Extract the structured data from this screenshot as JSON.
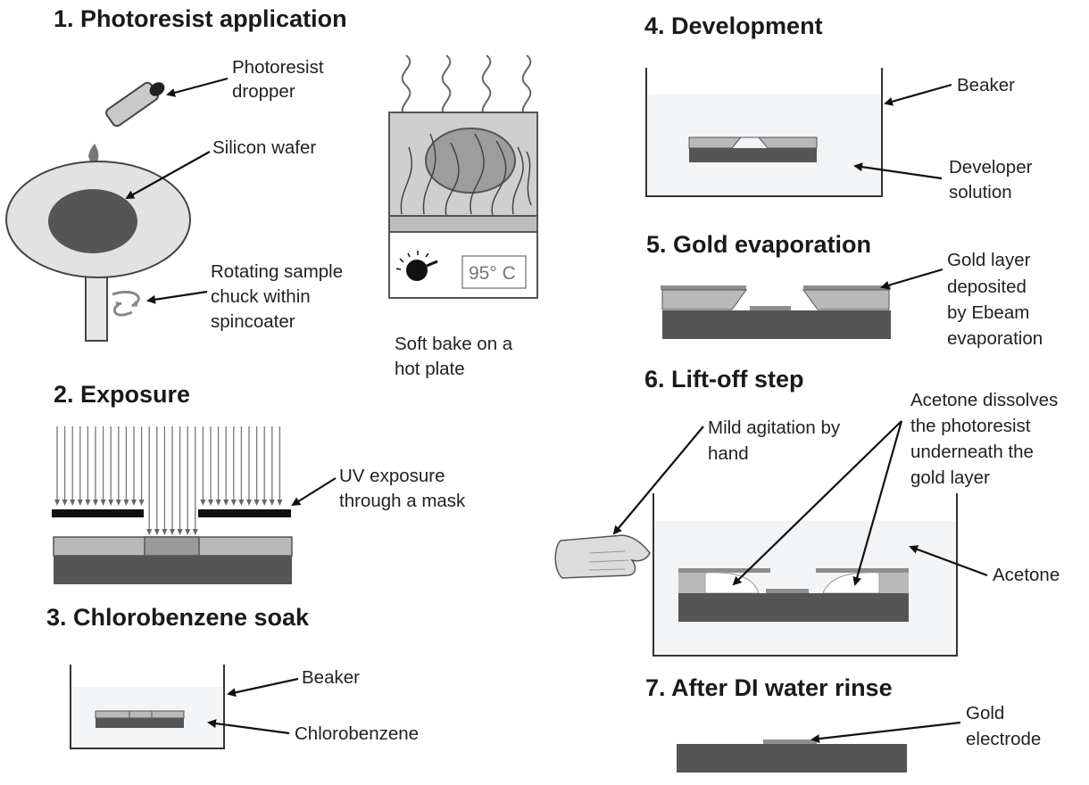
{
  "steps": {
    "s1": {
      "title": "1. Photoresist application",
      "dropper": [
        "Photoresist",
        "dropper"
      ],
      "wafer": "Silicon wafer",
      "chuck": [
        "Rotating sample",
        "chuck within",
        "spincoater"
      ],
      "softbake": [
        "Soft bake on a",
        "hot plate"
      ],
      "temperature": "95° C"
    },
    "s2": {
      "title": "2. Exposure",
      "uv": [
        "UV exposure",
        "through a mask"
      ]
    },
    "s3": {
      "title": "3. Chlorobenzene soak",
      "beaker": "Beaker",
      "liquid": "Chlorobenzene"
    },
    "s4": {
      "title": "4. Development",
      "beaker": "Beaker",
      "solution": [
        "Developer",
        "solution"
      ]
    },
    "s5": {
      "title": "5. Gold evaporation",
      "gold": [
        "Gold layer",
        "deposited",
        "by Ebeam",
        "evaporation"
      ]
    },
    "s6": {
      "title": "6. Lift-off step",
      "agitation": [
        "Mild agitation by",
        "hand"
      ],
      "acetone_note": [
        "Acetone dissolves",
        "the photoresist",
        "underneath the",
        "gold layer"
      ],
      "acetone": "Acetone"
    },
    "s7": {
      "title": "7. After DI water rinse",
      "electrode": [
        "Gold",
        "electrode"
      ]
    }
  },
  "colors": {
    "substrate": "#555555",
    "photoresist": "#b9b9b9",
    "gold": "#8e8e8e",
    "liquid": "#f3f4f6"
  }
}
